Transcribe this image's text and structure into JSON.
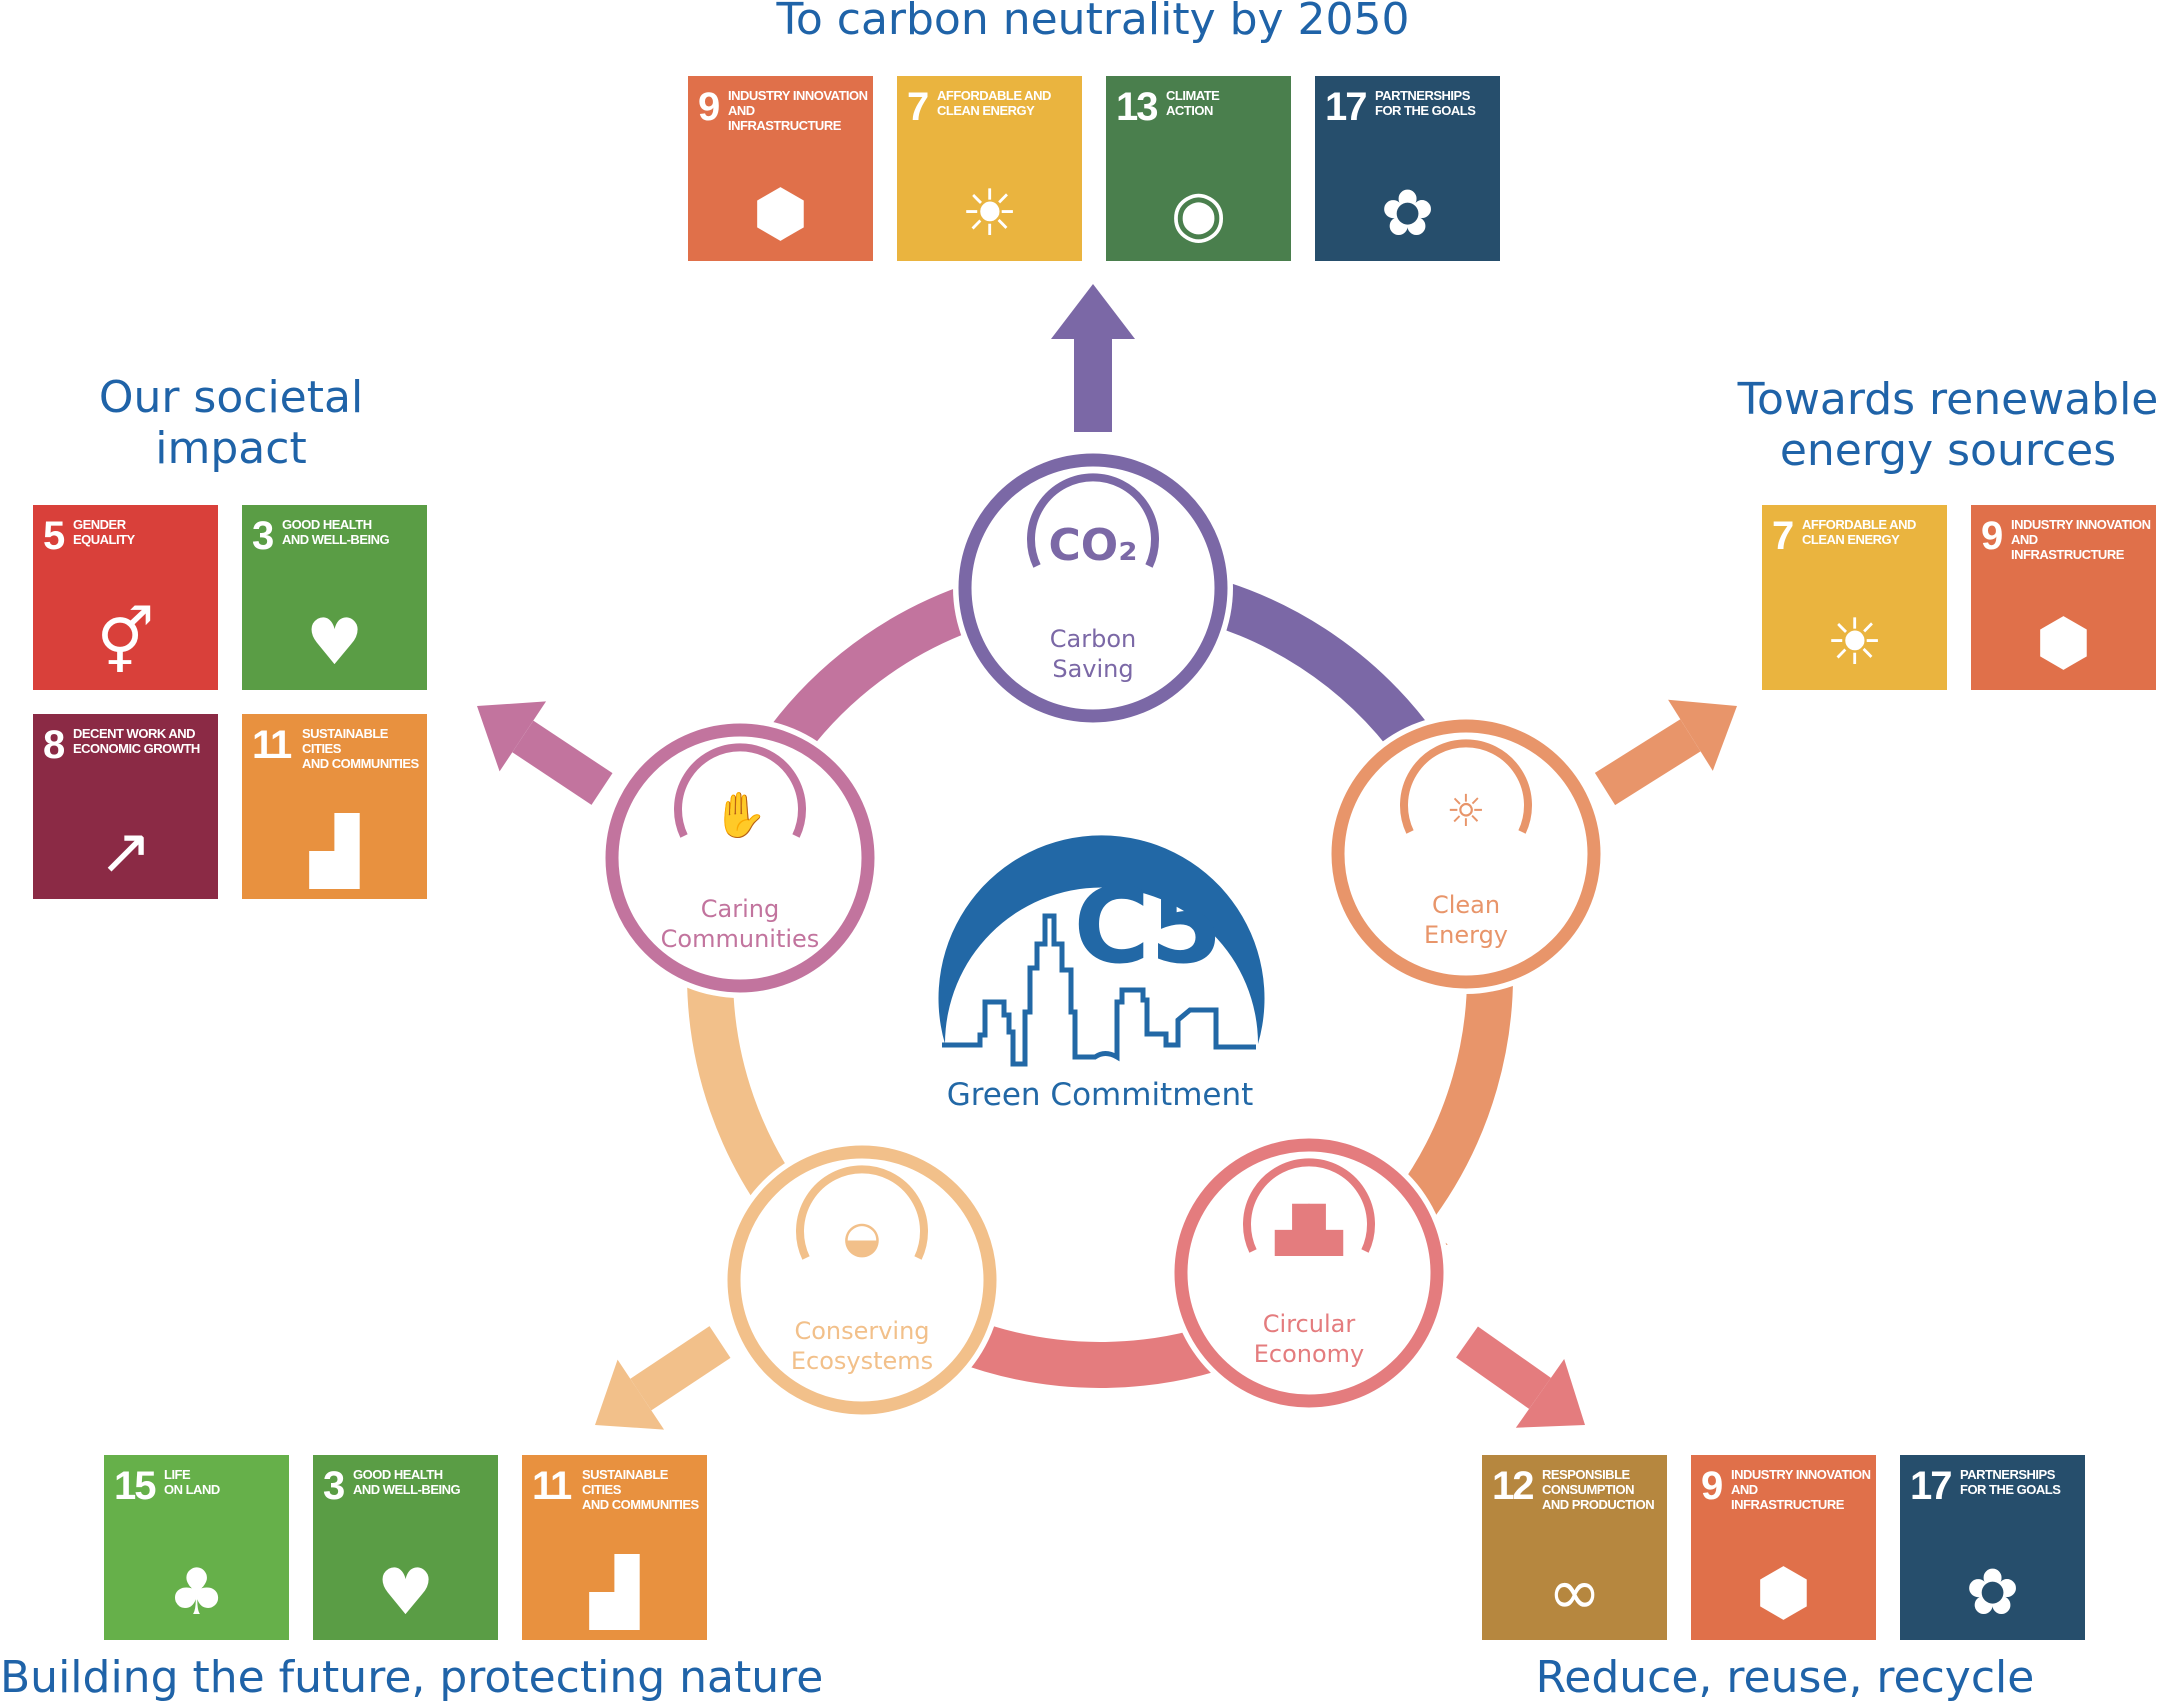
{
  "headings": {
    "top": "To carbon neutrality by 2050",
    "left": [
      "Our societal",
      "impact"
    ],
    "right": [
      "Towards renewable",
      "energy sources"
    ],
    "bottom_left": "Building the future, protecting nature",
    "bottom_right": "Reduce, reuse, recycle"
  },
  "logo": {
    "mark": "C5",
    "tagline": "Green Commitment",
    "color": "#2268a6"
  },
  "pillars": [
    {
      "id": "carbon",
      "label": [
        "Carbon",
        "Saving"
      ],
      "icon": "co2-leaf-icon",
      "icon_text": "CO₂",
      "color": "#7b68a6"
    },
    {
      "id": "clean",
      "label": [
        "Clean",
        "Energy"
      ],
      "icon": "lightbulb-leaf-icon",
      "icon_text": "☼",
      "color": "#e8956a"
    },
    {
      "id": "circular",
      "label": [
        "Circular",
        "Economy"
      ],
      "icon": "city-icon",
      "icon_text": "▟▙",
      "color": "#e47c7e"
    },
    {
      "id": "conserving",
      "label": [
        "Conserving",
        "Ecosystems"
      ],
      "icon": "turtle-icon",
      "icon_text": "◒",
      "color": "#f2c08a"
    },
    {
      "id": "caring",
      "label": [
        "Caring",
        "Communities"
      ],
      "icon": "hands-icon",
      "icon_text": "✋",
      "color": "#c2749e"
    }
  ],
  "sdgs": {
    "9": {
      "num": "9",
      "title": [
        "Industry innovation",
        "and infrastructure"
      ],
      "icon": "cubes-icon",
      "color": "#e0704a"
    },
    "7": {
      "num": "7",
      "title": [
        "Affordable and",
        "clean energy"
      ],
      "icon": "sun-power-icon",
      "color": "#eab43f"
    },
    "13": {
      "num": "13",
      "title": [
        "Climate",
        "action"
      ],
      "icon": "eye-globe-icon",
      "color": "#4a7f4d"
    },
    "17": {
      "num": "17",
      "title": [
        "Partnerships",
        "for the goals"
      ],
      "icon": "rings-icon",
      "color": "#264e6c"
    },
    "5": {
      "num": "5",
      "title": [
        "Gender",
        "equality"
      ],
      "icon": "gender-equality-icon",
      "color": "#d9403a"
    },
    "3": {
      "num": "3",
      "title": [
        "Good health",
        "and well-being"
      ],
      "icon": "heartbeat-icon",
      "color": "#5a9d45"
    },
    "8": {
      "num": "8",
      "title": [
        "Decent work and",
        "economic growth"
      ],
      "icon": "growth-chart-icon",
      "color": "#8b2a45"
    },
    "11": {
      "num": "11",
      "title": [
        "Sustainable cities",
        "and communities"
      ],
      "icon": "buildings-icon",
      "color": "#e8913f"
    },
    "15": {
      "num": "15",
      "title": [
        "Life",
        "on land"
      ],
      "icon": "tree-birds-icon",
      "color": "#66b04a"
    },
    "12": {
      "num": "12",
      "title": [
        "Responsible",
        "consumption",
        "and production"
      ],
      "icon": "infinity-icon",
      "color": "#b6873f"
    }
  },
  "groups": {
    "top": [
      "9",
      "7",
      "13",
      "17"
    ],
    "left": [
      "5",
      "3",
      "8",
      "11"
    ],
    "right": [
      "7",
      "9"
    ],
    "bottom_left": [
      "15",
      "3",
      "11"
    ],
    "bottom_right": [
      "12",
      "9",
      "17"
    ]
  }
}
